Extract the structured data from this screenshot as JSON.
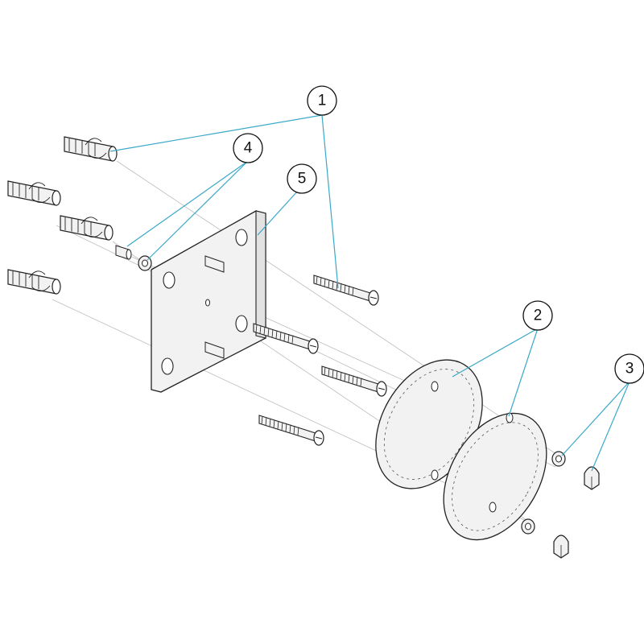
{
  "diagram": {
    "callouts": [
      {
        "id": "1",
        "label": "1"
      },
      {
        "id": "2",
        "label": "2"
      },
      {
        "id": "3",
        "label": "3"
      },
      {
        "id": "4",
        "label": "4"
      },
      {
        "id": "5",
        "label": "5"
      }
    ],
    "colors": {
      "leader": "#3aa8c8",
      "part_fill": "#f2f2f2",
      "part_stroke": "#222222",
      "axis_line": "#bdbdbd"
    }
  }
}
